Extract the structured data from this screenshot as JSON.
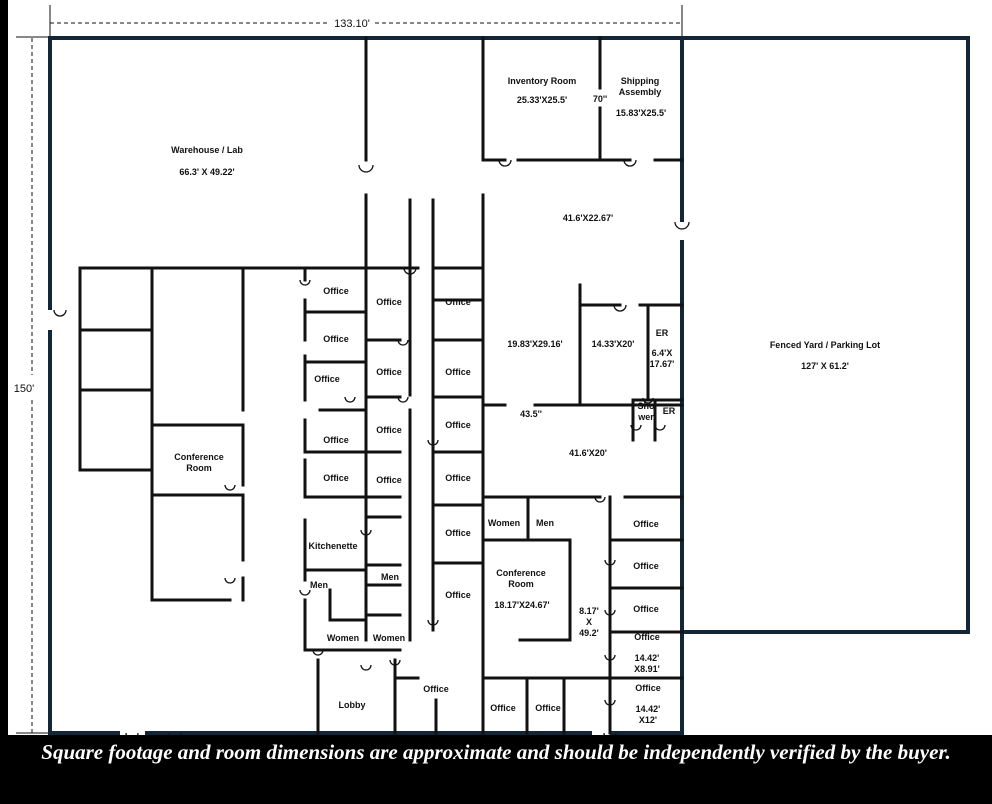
{
  "dimensions": {
    "width_label": "133.10'",
    "height_label": "150'"
  },
  "rooms": {
    "warehouse": {
      "name": "Warehouse / Lab",
      "size": "66.3' X 49.22'"
    },
    "inventory": {
      "name": "Inventory Room",
      "size": "25.33'X25.5'"
    },
    "shipping": {
      "name": "Shipping",
      "name2": "Assembly",
      "size": "15.83'X25.5'"
    },
    "opening_70": "70''",
    "open_area_top": "41.6'X22.67'",
    "yard": {
      "name": "Fenced Yard / Parking Lot",
      "size": "127' X 61.2'"
    },
    "room_19": "19.83'X29.16'",
    "room_14": "14.33'X20'",
    "er1": {
      "name": "ER",
      "size1": "6.4'X",
      "size2": "17.67'"
    },
    "shower": {
      "l1": "Sho",
      "l2": "wer"
    },
    "er2": "ER",
    "opening_43": "43.5''",
    "open_area_mid": "41.6'X20'",
    "conference_left": {
      "l1": "Conference",
      "l2": "Room"
    },
    "conference_center": {
      "l1": "Conference",
      "l2": "Room",
      "size": "18.17'X24.67'"
    },
    "corridor": {
      "l1": "8.17'",
      "l2": "X",
      "l3": "49.2'"
    },
    "office": "Office",
    "office_a": {
      "name": "Office",
      "s1": "14.42'",
      "s2": "X8.91'"
    },
    "office_b": {
      "name": "Office",
      "s1": "14.42'",
      "s2": "X12'"
    },
    "women": "Women",
    "men": "Men",
    "kitchenette": "Kitchenette",
    "lobby": "Lobby"
  },
  "footer": {
    "disclaimer": "Square footage and room dimensions are approximate and should be independently verified by the buyer."
  }
}
